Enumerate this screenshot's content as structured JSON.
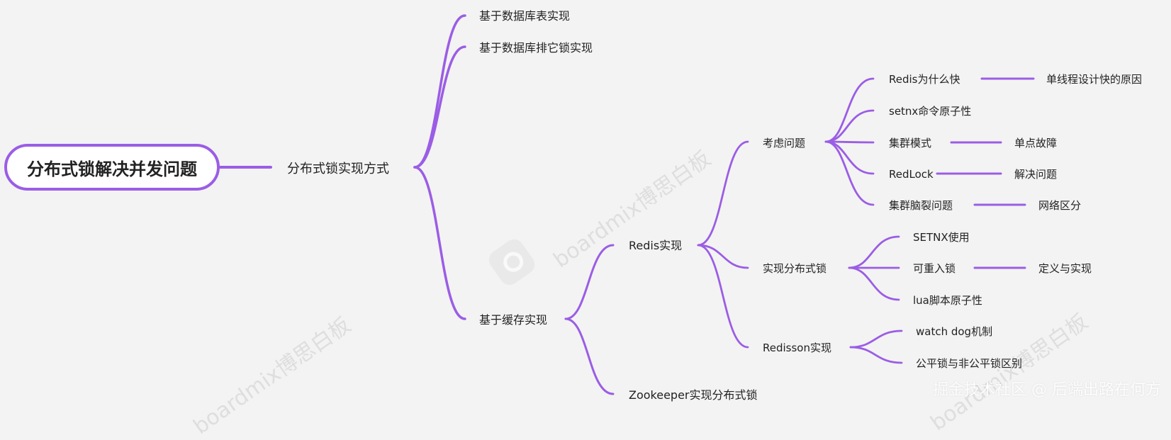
{
  "root": "分布式锁解决并发问题",
  "l1": "分布式锁实现方式",
  "db_table": "基于数据库表实现",
  "db_lock": "基于数据库排它锁实现",
  "cache": "基于缓存实现",
  "redis": "Redis实现",
  "zookeeper": "Zookeeper实现分布式锁",
  "consider": "考虑问题",
  "redis_fast": "Redis为什么快",
  "single_thread": "单线程设计快的原因",
  "setnx_atomic": "setnx命令原子性",
  "cluster": "集群模式",
  "single_fault": "单点故障",
  "redlock": "RedLock",
  "solve": "解决问题",
  "split_brain": "集群脑裂问题",
  "network_partition": "网络区分",
  "impl": "实现分布式锁",
  "setnx_use": "SETNX使用",
  "reentrant": "可重入锁",
  "definition": "定义与实现",
  "lua": "lua脚本原子性",
  "redisson": "Redisson实现",
  "watchdog": "watch dog机制",
  "fair": "公平锁与非公平锁区别",
  "watermark_text": "boardmix博思白板",
  "credit": "掘金技术社区 @ 后端出路在何方",
  "colors": {
    "branch": "#9b5de5",
    "root_border": "#9b5de5",
    "background": "#f3f3f3"
  }
}
